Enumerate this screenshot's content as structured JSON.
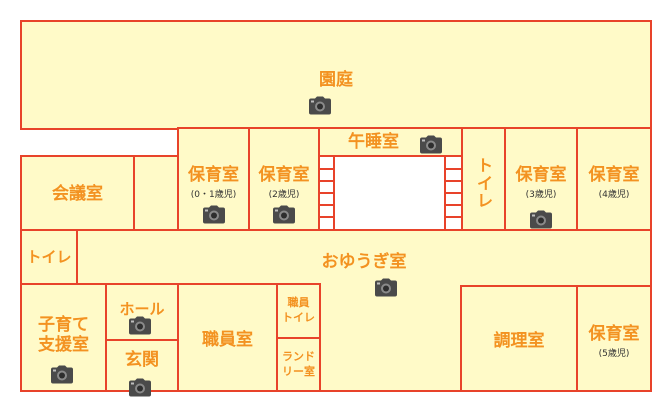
{
  "colors": {
    "wall": "#e8432a",
    "floor": "#fffac8",
    "label": "#f39221",
    "note": "#333333",
    "camera_body": "#4a4a4a"
  },
  "rooms": {
    "garden": "園庭",
    "nap_room": "午睡室",
    "toilet_center": "トイレ",
    "nursery_left_1": "保育室",
    "nursery_left_1_ages": "(0・1歳児)",
    "nursery_left_2": "保育室",
    "nursery_left_2_ages": "(2歳児)",
    "nursery_right_3": "保育室",
    "nursery_right_3_ages": "(3歳児)",
    "nursery_right_4": "保育室",
    "nursery_right_4_ages": "(4歳児)",
    "nursery_5": "保育室",
    "nursery_5_ages": "(5歳児)",
    "meeting_room": "会議室",
    "toilet_left": "トイレ",
    "playroom": "おゆうぎ室",
    "childcare_support_line1": "子育て",
    "childcare_support_line2": "支援室",
    "hall": "ホール",
    "entrance": "玄関",
    "staff_room": "職員室",
    "staff_toilet_line1": "職員",
    "staff_toilet_line2": "トイレ",
    "laundry_line1": "ランド",
    "laundry_line2": "リー室",
    "kitchen": "調理室"
  },
  "camera_icon": "camera-icon"
}
